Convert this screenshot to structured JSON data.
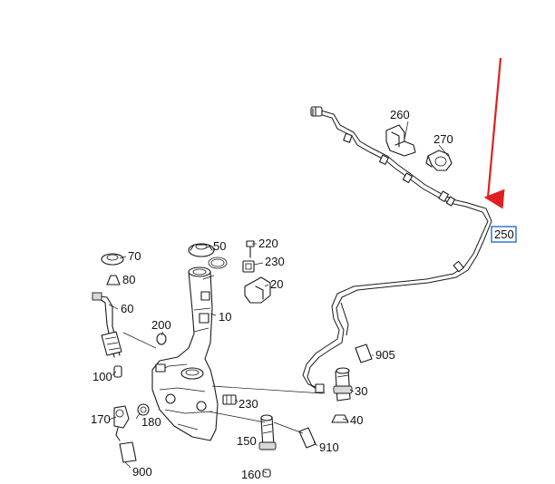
{
  "callouts": {
    "p10": "10",
    "p20": "20",
    "p30": "30",
    "p40": "40",
    "p50": "50",
    "p60": "60",
    "p70": "70",
    "p80": "80",
    "p100": "100",
    "p150": "150",
    "p160": "160",
    "p170": "170",
    "p180": "180",
    "p200": "200",
    "p220": "220",
    "p230a": "230",
    "p230b": "230",
    "p250": "250",
    "p260": "260",
    "p270": "270",
    "p900": "900",
    "p905": "905",
    "p910": "910"
  },
  "highlight": {
    "part": "250",
    "box_color": "#1f6fd1",
    "arrow_color": "#e02020"
  }
}
